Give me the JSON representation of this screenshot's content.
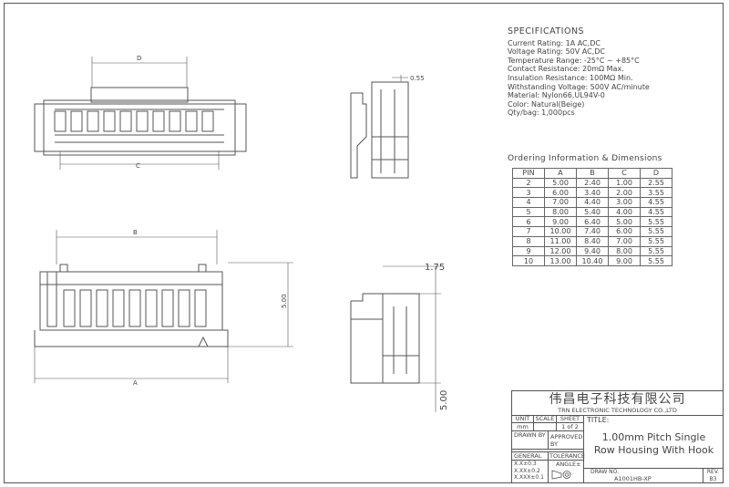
{
  "drawing": {
    "dim_labels": {
      "top_d": "D",
      "top_c": "C",
      "side_055": "0.55",
      "front_b": "B",
      "front_a": "A",
      "front_500": "5.00",
      "side_175": "1.75",
      "side_500": "5.00"
    }
  },
  "specifications": {
    "title": "SPECIFICATIONS",
    "lines": [
      "Current Rating: 1A AC,DC",
      "Voltage Rating: 50V AC,DC",
      "Temperature Range: -25°C ~ +85°C",
      "Contact Resistance: 20mΩ Max.",
      "Insulation Resistance: 100MΩ Min.",
      "Withstanding Voltage: 500V AC/minute",
      "Material: Nylon66,UL94V-0",
      "Color: Natural(Beige)",
      "Qty/bag: 1,000pcs"
    ]
  },
  "ordering": {
    "title": "Ordering Information & Dimensions",
    "headers": [
      "PIN",
      "A",
      "B",
      "C",
      "D"
    ],
    "rows": [
      [
        "2",
        "5.00",
        "2.40",
        "1.00",
        "2.55"
      ],
      [
        "3",
        "6.00",
        "3.40",
        "2.00",
        "3.55"
      ],
      [
        "4",
        "7.00",
        "4.40",
        "3.00",
        "4.55"
      ],
      [
        "5",
        "8.00",
        "5.40",
        "4.00",
        "4.55"
      ],
      [
        "6",
        "9.00",
        "6.40",
        "5.00",
        "5.55"
      ],
      [
        "7",
        "10.00",
        "7.40",
        "6.00",
        "5.55"
      ],
      [
        "8",
        "11.00",
        "8.40",
        "7.00",
        "5.55"
      ],
      [
        "9",
        "12.00",
        "9.40",
        "8.00",
        "5.55"
      ],
      [
        "10",
        "13.00",
        "10.40",
        "9.00",
        "5.55"
      ]
    ]
  },
  "title_block": {
    "company_cn": "伟昌电子科技有限公司",
    "company_en": "TRN ELECTRONIC TECHNOLOGY CO.,LTD",
    "unit_label": "UNIT",
    "unit_value": "mm",
    "scale_label": "SCALE",
    "sheet_label": "SHEET",
    "sheet_value": "1 of 2",
    "title_label": "TITLE:",
    "title_line1": "1.00mm Pitch Single",
    "title_line2": "Row Housing With Hook",
    "drawn_by": "DRAWN BY",
    "approved_by": "APPROVED BY",
    "general": "GENERAL",
    "tolerance": "TOLERANCE",
    "angle": "ANGLE±",
    "tol1": "X.X±0.3",
    "tol2": "X.XX±0.2",
    "tol3": "X.XXX±0.1",
    "draw_no_label": "DRAW NO.",
    "draw_no": "A1001HB-XP",
    "rev_label": "REV.",
    "rev_value": "B3"
  }
}
